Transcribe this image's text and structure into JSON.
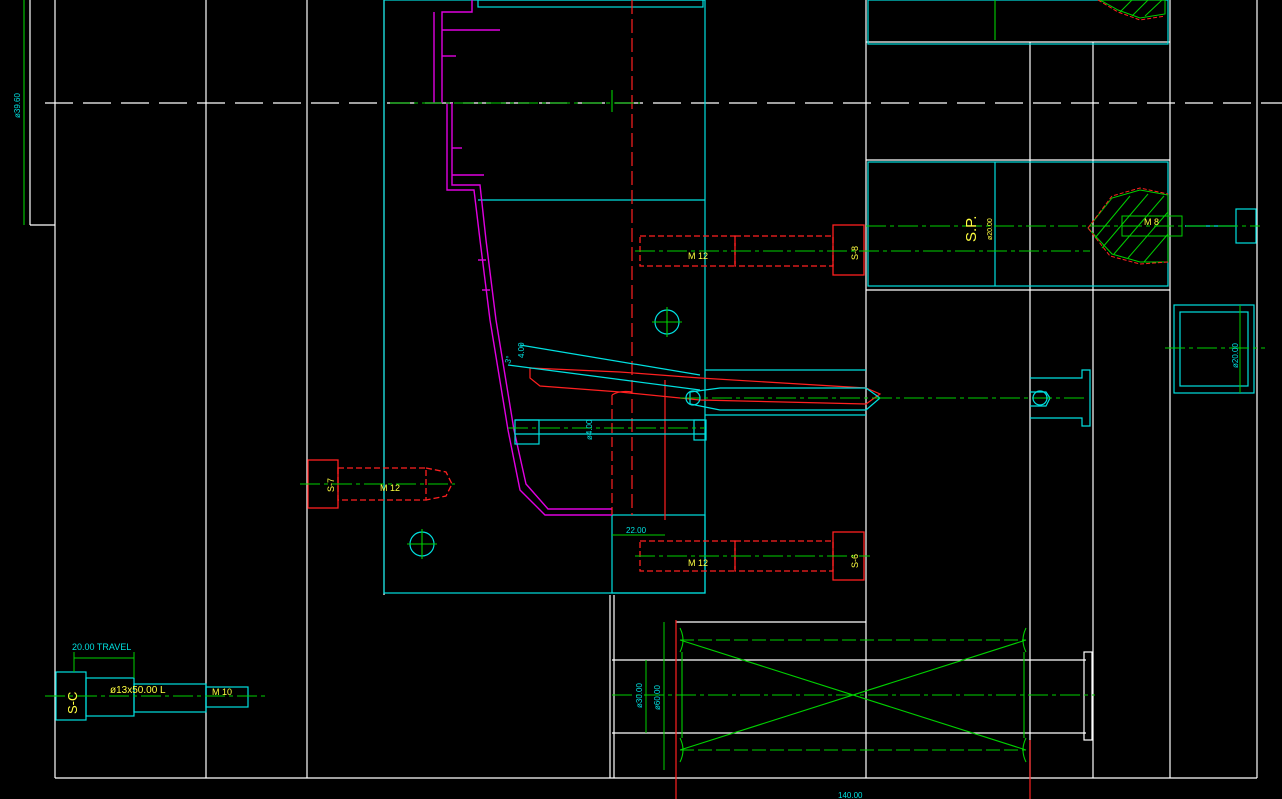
{
  "colors": {
    "background": "#000000",
    "outline": "#ffffff",
    "mold_plate": "#00e0e0",
    "part": "#e000e0",
    "hidden_bolt": "#ff2020",
    "centerline": "#00d000",
    "dimension": "#00e0e0",
    "label_text": "#ffff40"
  },
  "dims": {
    "left_vertical": "ø39.60",
    "travel": "20.00 TRAVEL",
    "pin_upper": "4.00",
    "pin_lower": "ø4.00",
    "step": "22.00",
    "bottom": "140.00",
    "sleeve_outer": "ø60.00",
    "sleeve_inner": "ø30.00",
    "bush": "ø20.00",
    "sp_width": "ø20.00"
  },
  "labels": {
    "sc": "S-C",
    "rod": "ø13x50.00 L",
    "m10": "M 10",
    "m12_top": "M 12",
    "m12_left": "M 12",
    "m12_bottom": "M 12",
    "m8": "M 8",
    "s8": "S-8",
    "s7": "S-7",
    "s6": "S-6",
    "sp": "S.P.",
    "angle": "3°"
  }
}
